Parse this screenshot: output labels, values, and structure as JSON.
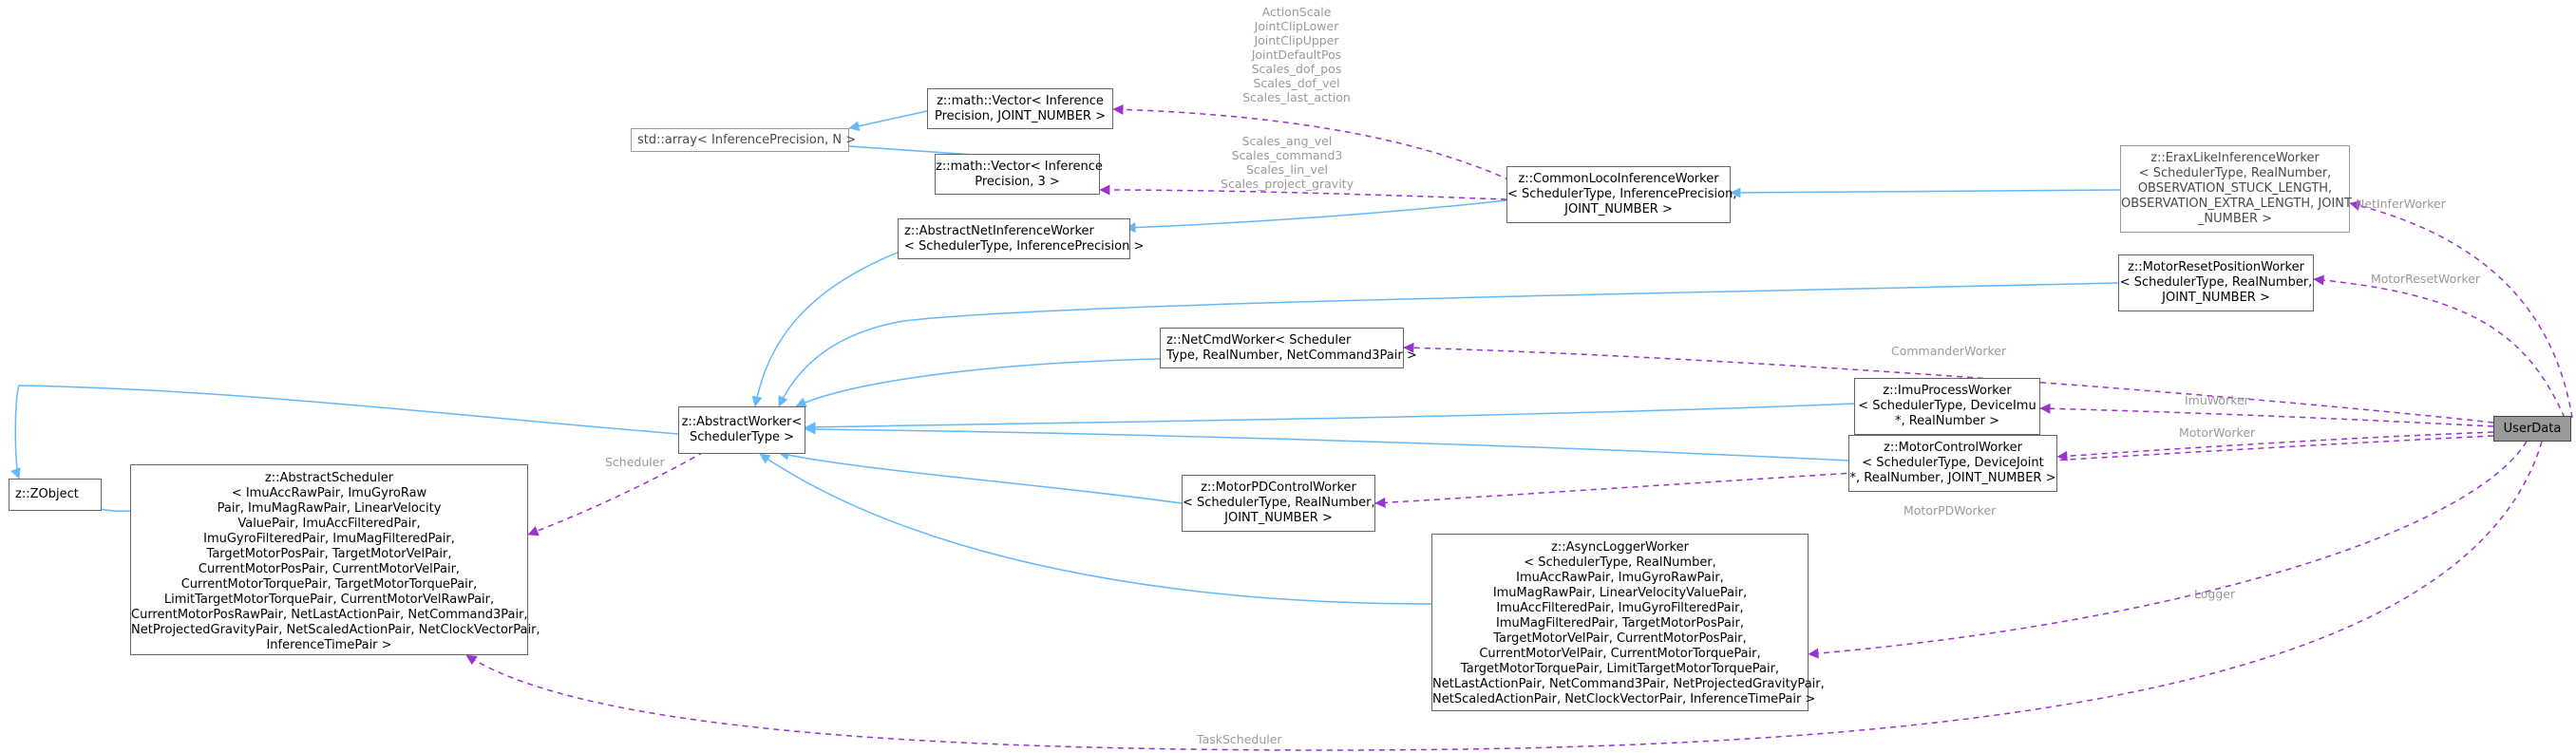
{
  "nodes": {
    "zobject": [
      "z::ZObject"
    ],
    "abstract_scheduler": [
      "z::AbstractScheduler",
      "< ImuAccRawPair, ImuGyroRaw",
      "Pair, ImuMagRawPair, LinearVelocity",
      "ValuePair, ImuAccFilteredPair,",
      " ImuGyroFilteredPair, ImuMagFilteredPair,",
      " TargetMotorPosPair, TargetMotorVelPair,",
      " CurrentMotorPosPair, CurrentMotorVelPair,",
      " CurrentMotorTorquePair, TargetMotorTorquePair,",
      " LimitTargetMotorTorquePair, CurrentMotorVelRawPair,",
      " CurrentMotorPosRawPair, NetLastActionPair, NetCommand3Pair,",
      " NetProjectedGravityPair, NetScaledActionPair, NetClockVectorPair,",
      " InferenceTimePair >"
    ],
    "abstract_worker": [
      "z::AbstractWorker<",
      " SchedulerType >"
    ],
    "std_array": [
      "std::array< InferencePrecision, N >"
    ],
    "abstract_net_inference": [
      "z::AbstractNetInferenceWorker",
      "< SchedulerType, InferencePrecision >"
    ],
    "vector_joint": [
      "z::math::Vector< Inference",
      "Precision, JOINT_NUMBER >"
    ],
    "vector_3": [
      "z::math::Vector< Inference",
      "Precision, 3 >"
    ],
    "common_loco": [
      "z::CommonLocoInferenceWorker",
      "< SchedulerType, InferencePrecision,",
      " JOINT_NUMBER >"
    ],
    "erax_like": [
      "z::EraxLikeInferenceWorker",
      "< SchedulerType, RealNumber,",
      " OBSERVATION_STUCK_LENGTH,",
      " OBSERVATION_EXTRA_LENGTH, JOINT",
      "_NUMBER >"
    ],
    "motor_reset": [
      "z::MotorResetPositionWorker",
      "< SchedulerType, RealNumber,",
      " JOINT_NUMBER >"
    ],
    "net_cmd": [
      "z::NetCmdWorker< Scheduler",
      "Type, RealNumber, NetCommand3Pair >"
    ],
    "imu_process": [
      "z::ImuProcessWorker",
      "< SchedulerType, DeviceImu",
      " *, RealNumber >"
    ],
    "motor_control": [
      "z::MotorControlWorker",
      "< SchedulerType, DeviceJoint",
      " *, RealNumber, JOINT_NUMBER >"
    ],
    "motor_pd": [
      "z::MotorPDControlWorker",
      "< SchedulerType, RealNumber,",
      " JOINT_NUMBER >"
    ],
    "async_logger": [
      "z::AsyncLoggerWorker",
      "< SchedulerType, RealNumber,",
      " ImuAccRawPair, ImuGyroRawPair,",
      " ImuMagRawPair, LinearVelocityValuePair,",
      " ImuAccFilteredPair, ImuGyroFilteredPair,",
      " ImuMagFilteredPair, TargetMotorPosPair,",
      " TargetMotorVelPair, CurrentMotorPosPair,",
      " CurrentMotorVelPair, CurrentMotorTorquePair,",
      " TargetMotorTorquePair, LimitTargetMotorTorquePair,",
      " NetLastActionPair, NetCommand3Pair, NetProjectedGravityPair,",
      " NetScaledActionPair, NetClockVectorPair, InferenceTimePair >"
    ],
    "user_data": [
      "UserData"
    ]
  },
  "edge_labels": {
    "vector_joint_members": [
      "ActionScale",
      "JointClipLower",
      "JointClipUpper",
      "JointDefaultPos",
      "Scales_dof_pos",
      "Scales_dof_vel",
      "Scales_last_action"
    ],
    "vector_3_members": [
      "Scales_ang_vel",
      "Scales_command3",
      "Scales_lin_vel",
      "Scales_project_gravity"
    ],
    "net_infer_worker": "NetInferWorker",
    "motor_reset_worker": "MotorResetWorker",
    "commander_worker": "CommanderWorker",
    "imu_worker": "ImuWorker",
    "motor_worker": "MotorWorker",
    "motor_pd_worker": "MotorPDWorker",
    "logger": "Logger",
    "task_scheduler": "TaskScheduler",
    "scheduler": "Scheduler"
  },
  "colors": {
    "inheritance": "#63b8ff",
    "usage": "#9a32cd",
    "node_border": "#666666",
    "highlight_fill": "#999999",
    "edge_label": "#9a9a9a"
  }
}
